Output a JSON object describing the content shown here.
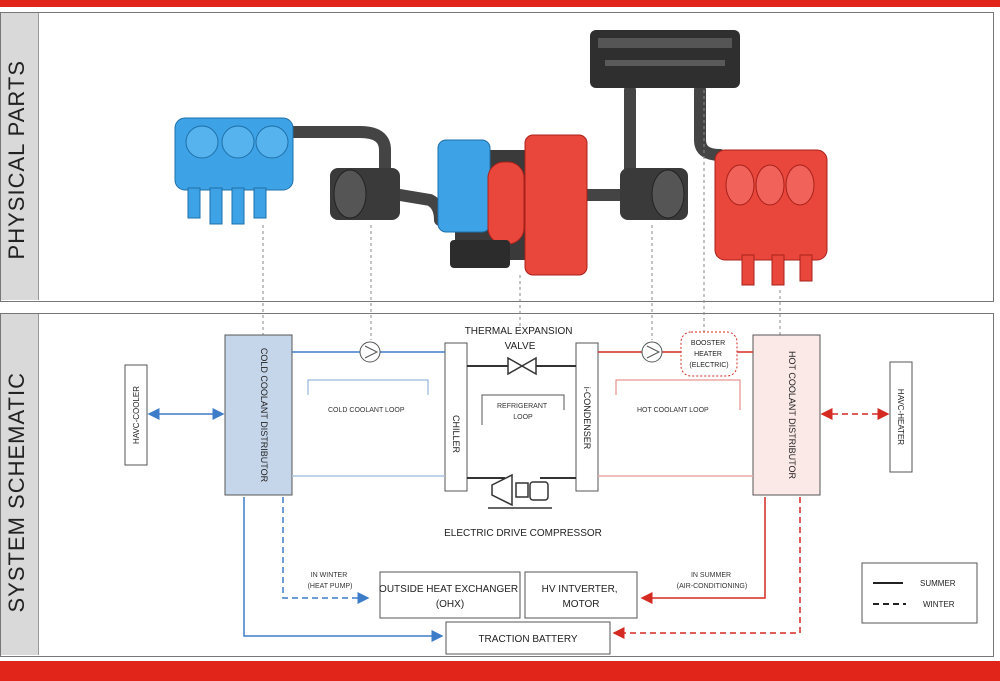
{
  "sections": {
    "physical": "PHYSICAL PARTS",
    "schematic": "SYSTEM SCHEMATIC"
  },
  "schematic": {
    "thermal_expansion_valve": [
      "THERMAL EXPANSION",
      "VALVE"
    ],
    "booster_heater": [
      "BOOSTER",
      "HEATER",
      "(ELECTRIC)"
    ],
    "cold_coolant_distributor": "COLD COOLANT DISTRIBUTOR",
    "hot_coolant_distributor": "HOT COOLANT DISTRIBUTOR",
    "havc_cooler": "HAVC-COOLER",
    "havc_heater": "HAVC-HEATER",
    "chiller": "CHILLER",
    "i_condenser": "i-CONDENSER",
    "cold_coolant_loop": "COLD COOLANT LOOP",
    "hot_coolant_loop": "HOT COOLANT LOOP",
    "refrigerant_loop": [
      "REFRIGERANT",
      "LOOP"
    ],
    "compressor": "ELECTRIC DRIVE COMPRESSOR",
    "in_winter": [
      "IN WINTER",
      "(HEAT PUMP)"
    ],
    "in_summer": [
      "IN SUMMER",
      "(AIR-CONDITIONING)"
    ],
    "ohx": [
      "OUTSIDE HEAT EXCHANGER",
      "(OHX)"
    ],
    "hv_inverter": [
      "HV INTVERTER,",
      "MOTOR"
    ],
    "traction_battery": "TRACTION BATTERY",
    "legend": {
      "summer": "SUMMER",
      "winter": "WINTER"
    }
  },
  "colors": {
    "accent_red": "#e1251b",
    "cold_blue": "#3d7cc9",
    "hot_red": "#d42a22",
    "part_blue": "#3ea3e6",
    "part_red": "#e9473b"
  }
}
